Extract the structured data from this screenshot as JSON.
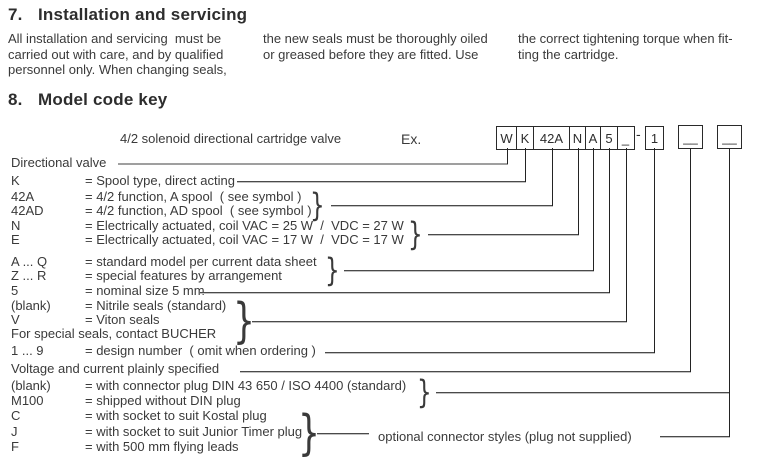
{
  "section7": {
    "number": "7.",
    "title": "Installation and servicing",
    "col1_lines": [
      "All installation and servicing  must be",
      "carried out with care, and by qualified",
      "personnel only. When changing seals,"
    ],
    "col2_lines": [
      "the new seals must be thoroughly oiled",
      "or greased before they are fitted. Use"
    ],
    "col3_lines": [
      "the correct tightening torque when fit-",
      "ting the cartridge."
    ]
  },
  "section8": {
    "number": "8.",
    "title": "Model code key",
    "valve_description": "4/2 solenoid directional cartridge valve",
    "example_label": "Ex.",
    "code_cells": [
      "W",
      "K",
      "42A",
      "N",
      "A",
      "5",
      "_"
    ],
    "separator": "-",
    "design_number_box": "1",
    "blank_box_mark": "__",
    "brace": "}",
    "rows": [
      {
        "code": "",
        "desc": "Directional valve"
      },
      {
        "code": "K",
        "desc": "= Spool type, direct acting"
      },
      {
        "code": "42A",
        "desc": "= 4/2 function, A spool  ( see symbol )"
      },
      {
        "code": "42AD",
        "desc": "= 4/2 function, AD spool  ( see symbol )"
      },
      {
        "code": "N",
        "desc": "= Electrically actuated, coil VAC = 25 W  /  VDC = 27 W"
      },
      {
        "code": "E",
        "desc": "= Electrically actuated, coil VAC = 17 W  /  VDC = 17 W"
      },
      {
        "code": "A ... Q",
        "desc": "= standard model per current data sheet"
      },
      {
        "code": "Z ... R",
        "desc": "= special features by arrangement"
      },
      {
        "code": "5",
        "desc": "= nominal size 5 mm"
      },
      {
        "code": "(blank)",
        "desc": "= Nitrile seals (standard)"
      },
      {
        "code": "V",
        "desc": "= Viton seals"
      },
      {
        "code": "",
        "desc": "For special seals, contact BUCHER"
      },
      {
        "code": "1 ... 9",
        "desc": "= design number  ( omit when ordering )"
      },
      {
        "code": "",
        "desc": "Voltage and current plainly specified"
      },
      {
        "code": "(blank)",
        "desc": "= with connector plug DIN 43 650 / ISO 4400 (standard)"
      },
      {
        "code": "M100",
        "desc": "= shipped without DIN plug"
      },
      {
        "code": "C",
        "desc": "= with socket to suit Kostal plug"
      },
      {
        "code": "J",
        "desc": "= with socket to suit Junior Timer plug"
      },
      {
        "code": "F",
        "desc": "= with 500 mm flying leads"
      }
    ],
    "optional_note": "optional connector styles (plug not supplied)"
  }
}
